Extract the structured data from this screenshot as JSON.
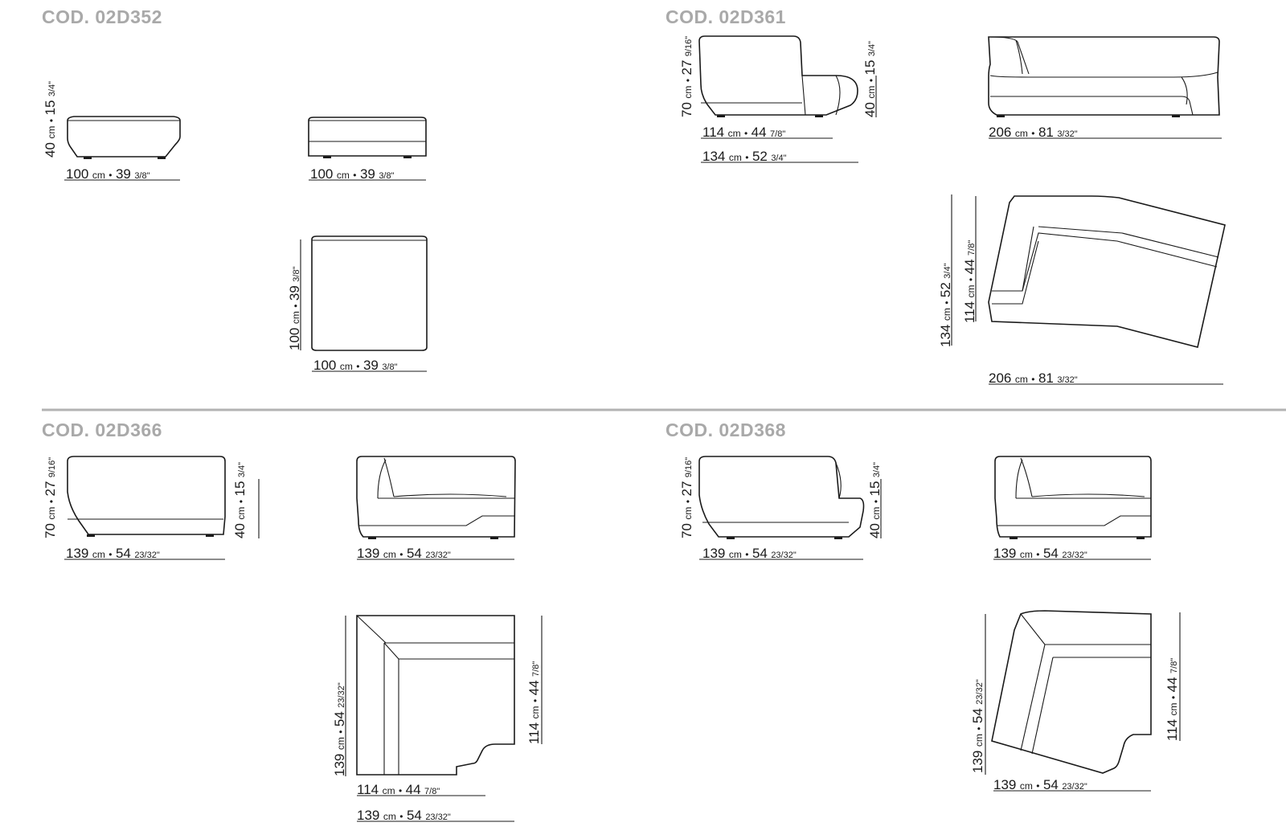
{
  "sections": [
    {
      "code": "COD. 02D352"
    },
    {
      "code": "COD. 02D361"
    },
    {
      "code": "COD. 02D366"
    },
    {
      "code": "COD. 02D368"
    }
  ],
  "dims": {
    "h40": {
      "num": "40",
      "unit": "cm",
      "sep": "•",
      "inch": "15",
      "frac": "3/4\""
    },
    "h70": {
      "num": "70",
      "unit": "cm",
      "sep": "•",
      "inch": "27",
      "frac": "9/16\""
    },
    "w100": {
      "num": "100",
      "unit": "cm",
      "sep": "•",
      "inch": "39",
      "frac": "3/8\""
    },
    "w114": {
      "num": "114",
      "unit": "cm",
      "sep": "•",
      "inch": "44",
      "frac": "7/8\""
    },
    "w134": {
      "num": "134",
      "unit": "cm",
      "sep": "•",
      "inch": "52",
      "frac": "3/4\""
    },
    "w139": {
      "num": "139",
      "unit": "cm",
      "sep": "•",
      "inch": "54",
      "frac": "23/32\""
    },
    "w206": {
      "num": "206",
      "unit": "cm",
      "sep": "•",
      "inch": "81",
      "frac": "3/32\""
    }
  }
}
